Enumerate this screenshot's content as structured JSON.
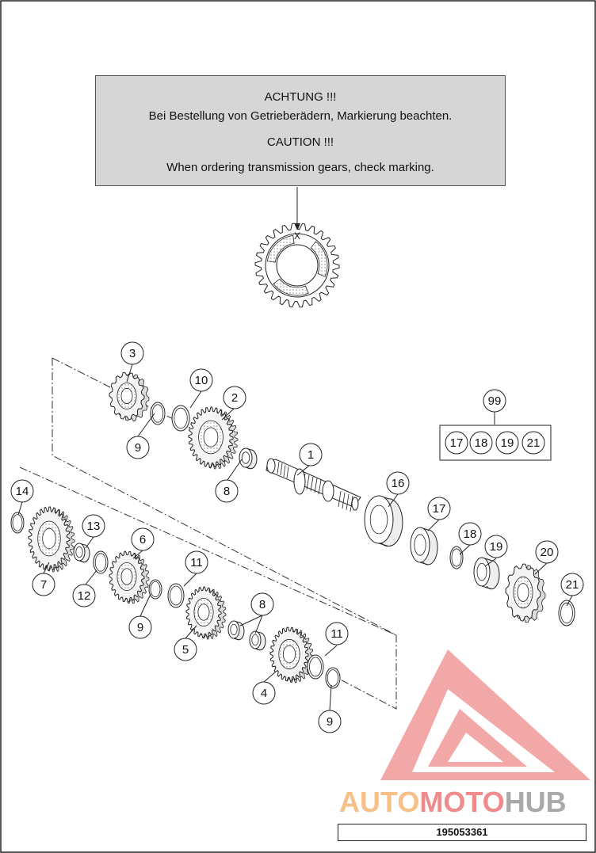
{
  "caution": {
    "de_title": "ACHTUNG !!!",
    "de_text": "Bei Bestellung von Getrieberädern, Markierung beachten.",
    "en_title": "CAUTION !!!",
    "en_text": "When ordering transmission gears, check marking."
  },
  "marking_symbol": "X",
  "part_callouts": [
    {
      "label": "1"
    },
    {
      "label": "2"
    },
    {
      "label": "3"
    },
    {
      "label": "4"
    },
    {
      "label": "5"
    },
    {
      "label": "6"
    },
    {
      "label": "7"
    },
    {
      "label": "8"
    },
    {
      "label": "8"
    },
    {
      "label": "8"
    },
    {
      "label": "9"
    },
    {
      "label": "9"
    },
    {
      "label": "9"
    },
    {
      "label": "10"
    },
    {
      "label": "11"
    },
    {
      "label": "11"
    },
    {
      "label": "12"
    },
    {
      "label": "13"
    },
    {
      "label": "14"
    },
    {
      "label": "16"
    },
    {
      "label": "17"
    },
    {
      "label": "18"
    },
    {
      "label": "19"
    },
    {
      "label": "20"
    },
    {
      "label": "21"
    }
  ],
  "kit": {
    "label": "99",
    "items": [
      "17",
      "18",
      "19",
      "21"
    ]
  },
  "drawing_number": "195053361",
  "watermark": {
    "part1": "AUTO",
    "part2": "MOTO",
    "part3": "HUB",
    "color_part1": "#f7c089",
    "color_part2": "#ef8b8b",
    "color_part3": "#a9a9a9",
    "logo_color": "#ef8b8b"
  }
}
